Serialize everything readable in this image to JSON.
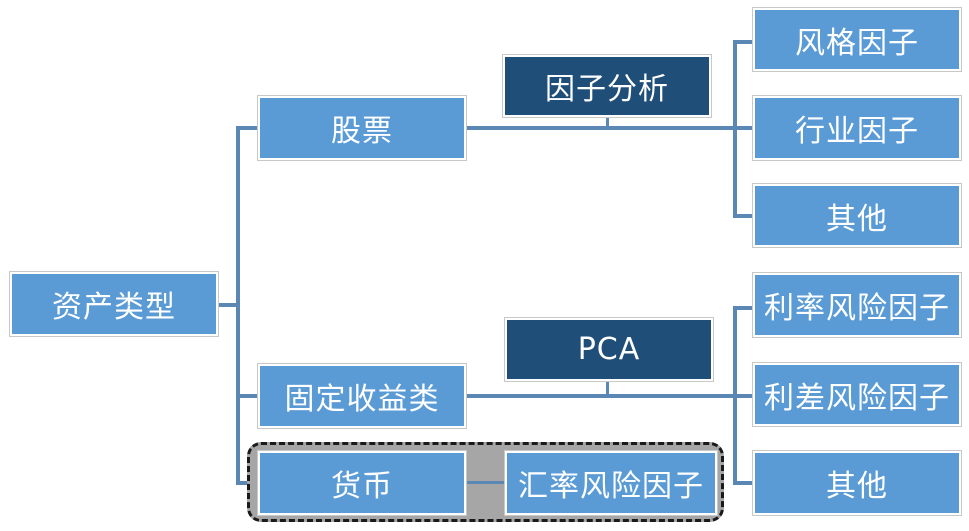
{
  "root": {
    "label": "资产类型"
  },
  "categories": [
    {
      "label": "股票",
      "method": "因子分析",
      "factors": [
        "风格因子",
        "行业因子",
        "其他"
      ]
    },
    {
      "label": "固定收益类",
      "method": "PCA",
      "factors": [
        "利率风险因子",
        "利差风险因子",
        "其他"
      ]
    },
    {
      "label": "货币",
      "factors": [
        "汇率风险因子"
      ]
    }
  ],
  "colors": {
    "node": "#5b9bd5",
    "method_node": "#1f4e79",
    "connector": "#5b87b5",
    "highlight_group": "#a6a6a6"
  }
}
